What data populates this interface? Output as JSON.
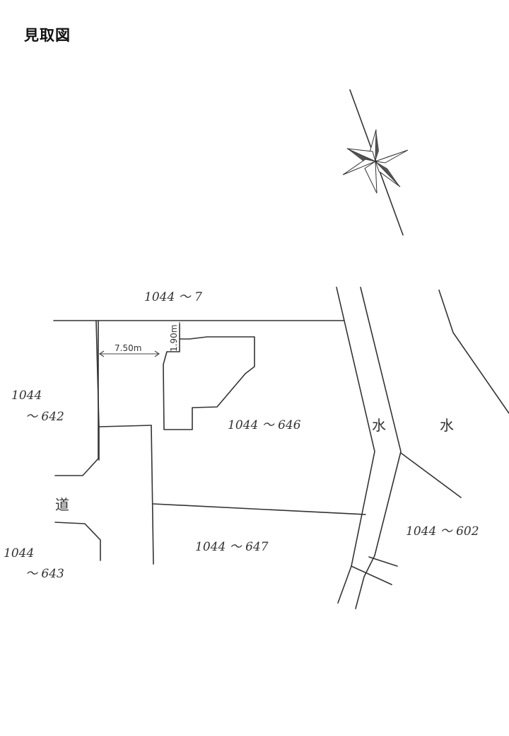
{
  "title": "見取図",
  "parcels": {
    "north": "1044 ～ 7",
    "west_upper": [
      "1044",
      "～ 642"
    ],
    "subject": "1044 ～ 646",
    "south": "1044 ～ 647",
    "west_lower": [
      "1044",
      "～ 643"
    ],
    "east": "1044 ～ 602"
  },
  "labels": {
    "road": "道",
    "water_1": "水",
    "water_2": "水"
  },
  "dimensions": {
    "setback_west": "7.50m",
    "setback_north": "1.90m"
  },
  "icons": {
    "compass": "north-arrow-compass-icon"
  }
}
